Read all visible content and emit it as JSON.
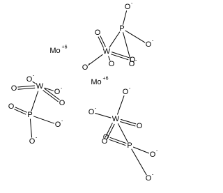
{
  "molecule": {
    "atoms": {
      "a1": {
        "element": "O",
        "charge": "-"
      },
      "a2": {
        "element": "P"
      },
      "a3": {
        "element": "O",
        "charge": "-"
      },
      "a4": {
        "element": "O",
        "charge": "-"
      },
      "a5": {
        "element": "O"
      },
      "a6": {
        "element": "W"
      },
      "a7": {
        "element": "O"
      },
      "a8": {
        "element": "O",
        "charge": "-"
      },
      "a9": {
        "element": "O"
      },
      "a10": {
        "element": "Mo",
        "charge": "+6"
      },
      "a11": {
        "element": "O",
        "charge": "-"
      },
      "a12": {
        "element": "O",
        "charge": "-"
      },
      "a13": {
        "element": "W"
      },
      "a14": {
        "element": "O"
      },
      "a15": {
        "element": "O"
      },
      "a16": {
        "element": "O"
      },
      "a17": {
        "element": "P"
      },
      "a18": {
        "element": "O",
        "charge": "-"
      },
      "a19": {
        "element": "O",
        "charge": "-"
      },
      "a20": {
        "element": "Mo",
        "charge": "+6"
      },
      "a21": {
        "element": "O",
        "charge": "-"
      },
      "a22": {
        "element": "O",
        "charge": "-"
      },
      "a23": {
        "element": "W"
      },
      "a24": {
        "element": "O"
      },
      "a25": {
        "element": "O"
      },
      "a26": {
        "element": "O"
      },
      "a27": {
        "element": "P"
      },
      "a28": {
        "element": "O",
        "charge": "-"
      },
      "a29": {
        "element": "O",
        "charge": "-"
      }
    },
    "bonds": [
      {
        "from": "a1",
        "to": "a2",
        "order": 1
      },
      {
        "from": "a2",
        "to": "a3",
        "order": 1
      },
      {
        "from": "a2",
        "to": "a4",
        "order": 1
      },
      {
        "from": "a2",
        "to": "a6",
        "order": 1
      },
      {
        "from": "a5",
        "to": "a6",
        "order": 2
      },
      {
        "from": "a6",
        "to": "a7",
        "order": 2
      },
      {
        "from": "a8",
        "to": "a6",
        "order": 1
      },
      {
        "from": "a6",
        "to": "a9",
        "order": 1
      },
      {
        "from": "a11",
        "to": "a13",
        "order": 1
      },
      {
        "from": "a12",
        "to": "a13",
        "order": 1
      },
      {
        "from": "a14",
        "to": "a13",
        "order": 2
      },
      {
        "from": "a13",
        "to": "a15",
        "order": 2
      },
      {
        "from": "a13",
        "to": "a17",
        "order": 1
      },
      {
        "from": "a16",
        "to": "a17",
        "order": 2
      },
      {
        "from": "a17",
        "to": "a18",
        "order": 1
      },
      {
        "from": "a17",
        "to": "a19",
        "order": 1
      },
      {
        "from": "a21",
        "to": "a23",
        "order": 1
      },
      {
        "from": "a22",
        "to": "a23",
        "order": 1
      },
      {
        "from": "a23",
        "to": "a24",
        "order": 2
      },
      {
        "from": "a23",
        "to": "a25",
        "order": 2
      },
      {
        "from": "a23",
        "to": "a27",
        "order": 1
      },
      {
        "from": "a26",
        "to": "a27",
        "order": 2
      },
      {
        "from": "a27",
        "to": "a28",
        "order": 1
      },
      {
        "from": "a27",
        "to": "a29",
        "order": 1
      }
    ]
  }
}
